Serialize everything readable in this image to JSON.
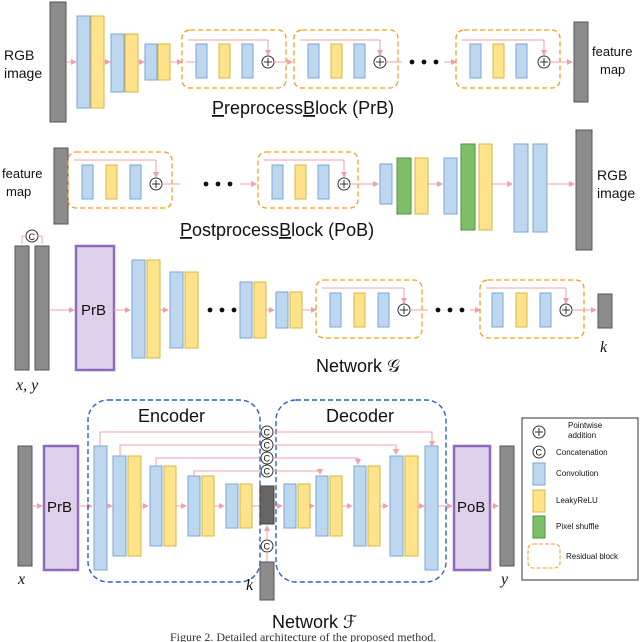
{
  "prb": {
    "input_label_1": "RGB",
    "input_label_2": "image",
    "output_label_1": "feature",
    "output_label_2": "map",
    "title": "PreprocessBlock (PrB)",
    "title_u1": "P",
    "title_rest1": "reprocess",
    "title_u2": "B",
    "title_rest2": "lock (PrB)"
  },
  "pob": {
    "input_label_1": "feature",
    "input_label_2": "map",
    "output_label_1": "RGB",
    "output_label_2": "image",
    "title_u1": "P",
    "title_rest1": "ostprocess",
    "title_u2": "B",
    "title_rest2": "lock (PoB)"
  },
  "network_g": {
    "prb_label": "PrB",
    "input_label": "x, y",
    "output_label": "k",
    "title": "Network 𝒢",
    "concat_symbol": "C"
  },
  "network_f": {
    "prb_label": "PrB",
    "pob_label": "PoB",
    "encoder_label": "Encoder",
    "decoder_label": "Decoder",
    "input_label": "x",
    "output_label": "y",
    "kernel_label": "k",
    "title": "Network ℱ",
    "concat_symbol": "C"
  },
  "legend": {
    "pointwise_1": "Pointwise",
    "pointwise_2": "addition",
    "concatenation": "Concatenation",
    "convolution": "Convolution",
    "leakyrelu": "LeakyReLU",
    "pixel_shuffle": "Pixel shuffle",
    "residual_block": "Residual block"
  },
  "caption": "Figure 2. Detailed architecture of the proposed method.",
  "colors": {
    "conv": "#bdd7ee",
    "relu": "#ffe38a",
    "shuffle": "#7fbf6a",
    "gray": "#8c8c8c",
    "prb_fill": "#ddd0ea",
    "prb_stroke": "#8e6bbf",
    "residual": "#f0a020",
    "dashed_blue": "#2b5fc9",
    "arrow": "#f0a0a8"
  }
}
